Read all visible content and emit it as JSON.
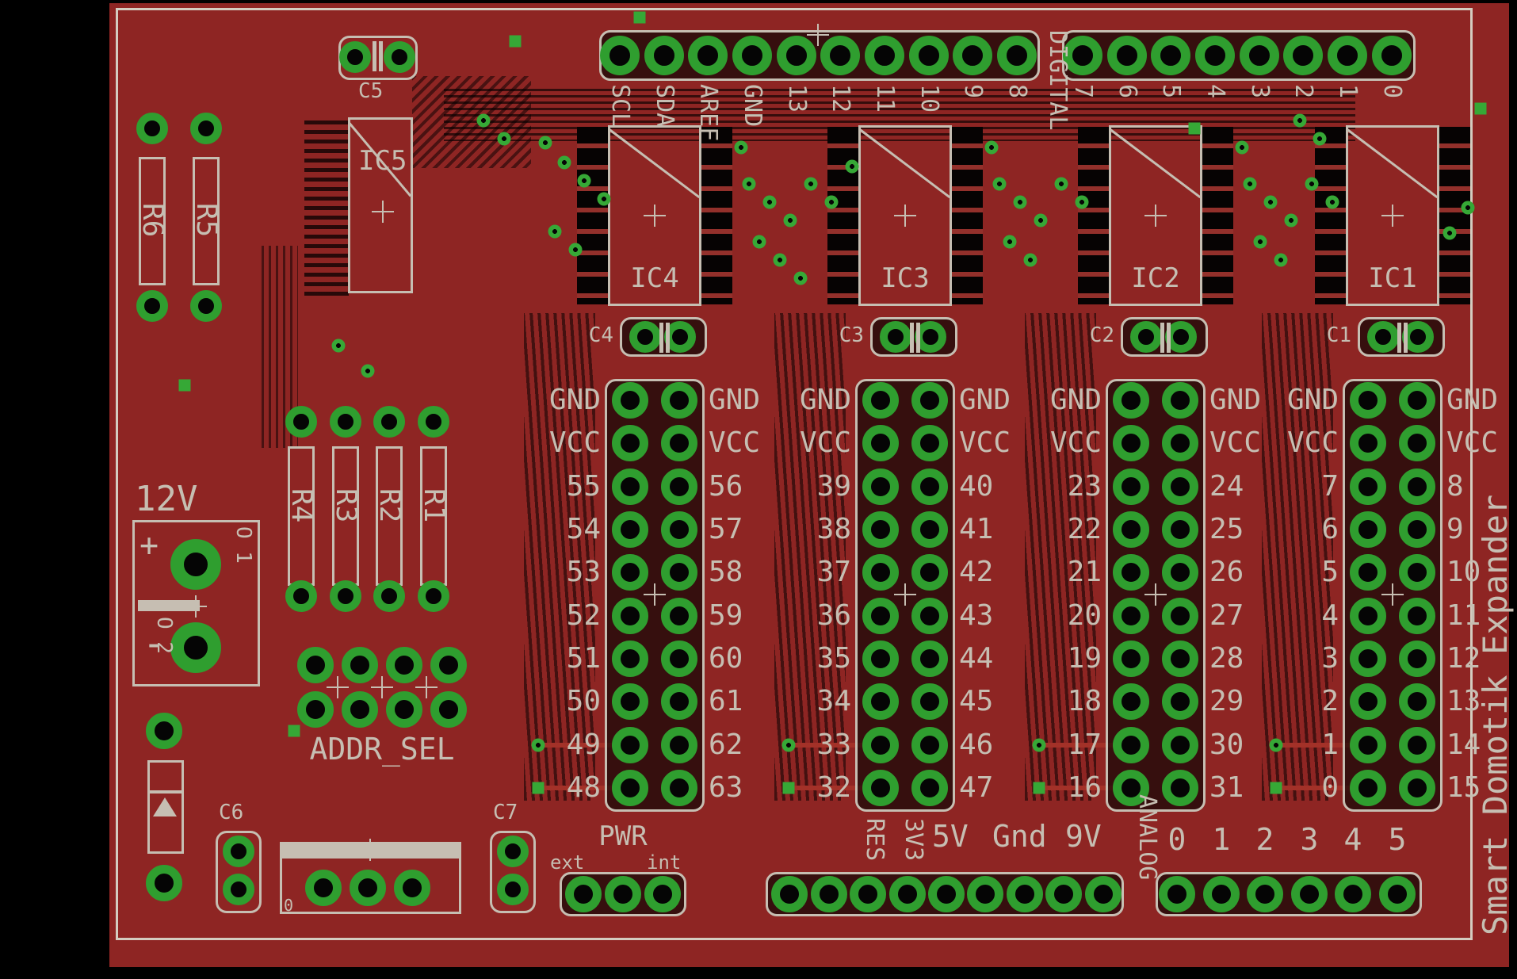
{
  "board": {
    "title_vertical": "Smart Domotik Expander"
  },
  "colors": {
    "background": "#000000",
    "board_red": "#8e2523",
    "trace_red": "#a33128",
    "pad_green": "#2f9e2f",
    "silkscreen": "#c6beb2"
  },
  "top_header": {
    "group1_labels": [
      "SCL",
      "SDA",
      "AREF",
      "GND",
      "13",
      "12",
      "11",
      "10",
      "9",
      "8"
    ],
    "group2_labels": [
      "7",
      "6",
      "5",
      "4",
      "3",
      "2",
      "1",
      "0"
    ],
    "section_label": "DIGITAL"
  },
  "ic_columns": [
    {
      "ref": "IC4",
      "cap_ref": "C4",
      "left_labels": [
        "GND",
        "VCC",
        "55",
        "54",
        "53",
        "52",
        "51",
        "50",
        "49",
        "48"
      ],
      "right_labels": [
        "GND",
        "VCC",
        "56",
        "57",
        "58",
        "59",
        "60",
        "61",
        "62",
        "63"
      ]
    },
    {
      "ref": "IC3",
      "cap_ref": "C3",
      "left_labels": [
        "GND",
        "VCC",
        "39",
        "38",
        "37",
        "36",
        "35",
        "34",
        "33",
        "32"
      ],
      "right_labels": [
        "GND",
        "VCC",
        "40",
        "41",
        "42",
        "43",
        "44",
        "45",
        "46",
        "47"
      ]
    },
    {
      "ref": "IC2",
      "cap_ref": "C2",
      "left_labels": [
        "GND",
        "VCC",
        "23",
        "22",
        "21",
        "20",
        "19",
        "18",
        "17",
        "16"
      ],
      "right_labels": [
        "GND",
        "VCC",
        "24",
        "25",
        "26",
        "27",
        "28",
        "29",
        "30",
        "31"
      ]
    },
    {
      "ref": "IC1",
      "cap_ref": "C1",
      "left_labels": [
        "GND",
        "VCC",
        "7",
        "6",
        "5",
        "4",
        "3",
        "2",
        "1",
        "0"
      ],
      "right_labels": [
        "GND",
        "VCC",
        "8",
        "9",
        "10",
        "11",
        "12",
        "13",
        "14",
        "15"
      ]
    }
  ],
  "left_area": {
    "c5_ref": "C5",
    "ic5_ref": "IC5",
    "r6_ref": "R6",
    "r5_ref": "R5",
    "resistor_refs": [
      "R4",
      "R3",
      "R2",
      "R1"
    ],
    "power_connector": {
      "label": "12V",
      "plus": "+",
      "minus": "-",
      "pin1": "O 1",
      "pin2": "O 2"
    },
    "addr_sel_label": "ADDR_SEL",
    "c6_ref": "C6",
    "c7_ref": "C7",
    "regulator_ref": "0"
  },
  "pwr_jumper": {
    "label": "PWR",
    "left_option": "ext",
    "right_option": "int"
  },
  "bottom_header": {
    "reset_label": "RES",
    "v33_label": "3V3",
    "v5_label": "5V",
    "gnd_label": "Gnd",
    "v9_label": "9V",
    "analog_label": "ANALOG",
    "analog_pin_labels": [
      "0",
      "1",
      "2",
      "3",
      "4",
      "5"
    ]
  }
}
